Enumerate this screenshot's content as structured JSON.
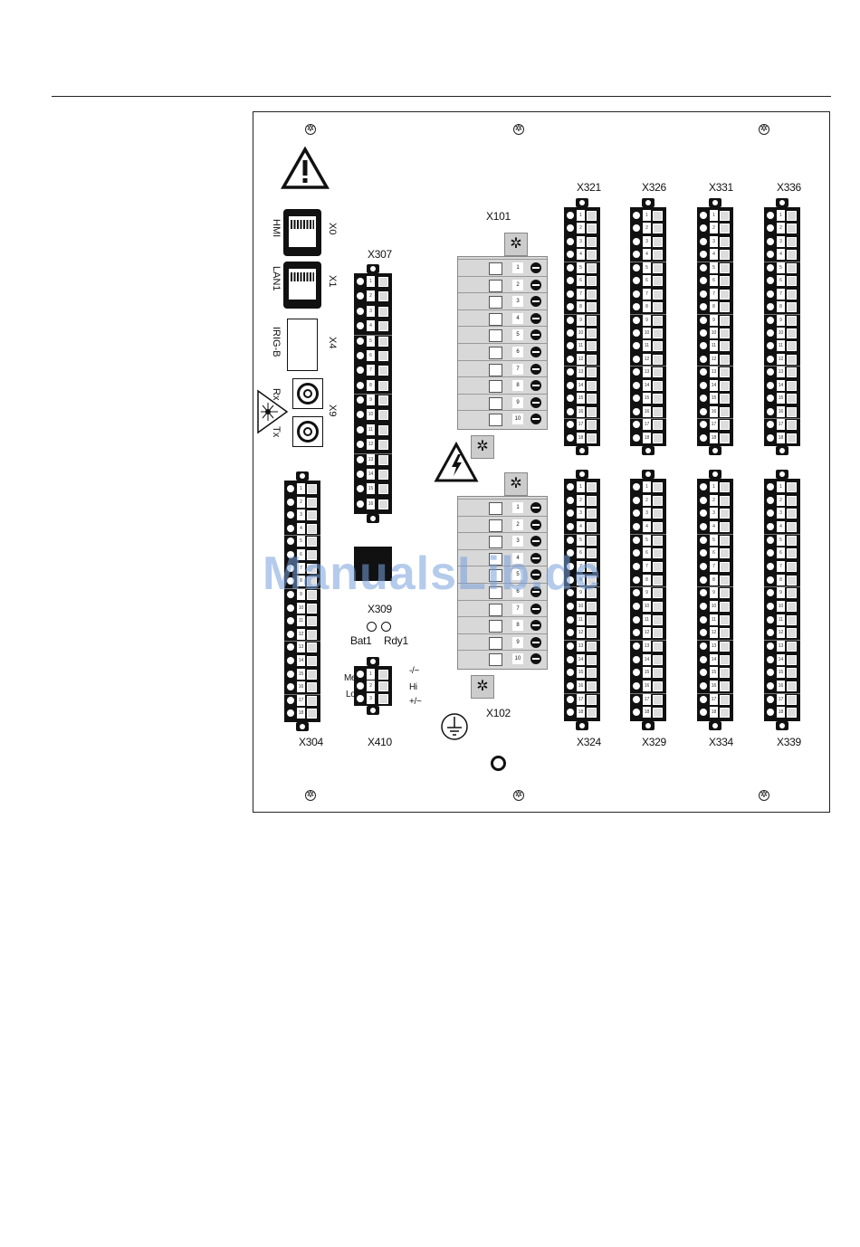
{
  "labels": {
    "x0": "X0",
    "x1": "X1",
    "x4": "X4",
    "x9": "X9",
    "hmi": "HMI",
    "lan1": "LAN1",
    "irig": "IRIG-B",
    "rx": "Rx",
    "tx": "Tx",
    "x307": "X307",
    "x309": "X309",
    "x410": "X410",
    "x304": "X304",
    "x101": "X101",
    "x102": "X102",
    "x321": "X321",
    "x326": "X326",
    "x331": "X331",
    "x336": "X336",
    "x324": "X324",
    "x329": "X329",
    "x334": "X334",
    "x339": "X339",
    "bat1": "Bat1",
    "rdy1": "Rdy1",
    "minus_ac": "-/~",
    "hi": "Hi",
    "plus_ac": "+/~",
    "me": "Me",
    "lo": "Lo"
  },
  "terminal_counts": {
    "x307": 16,
    "x304": 18,
    "x321_group": 18,
    "x410": 3,
    "x101": 10,
    "x102": 10
  },
  "watermark": "ManualsLib.de"
}
